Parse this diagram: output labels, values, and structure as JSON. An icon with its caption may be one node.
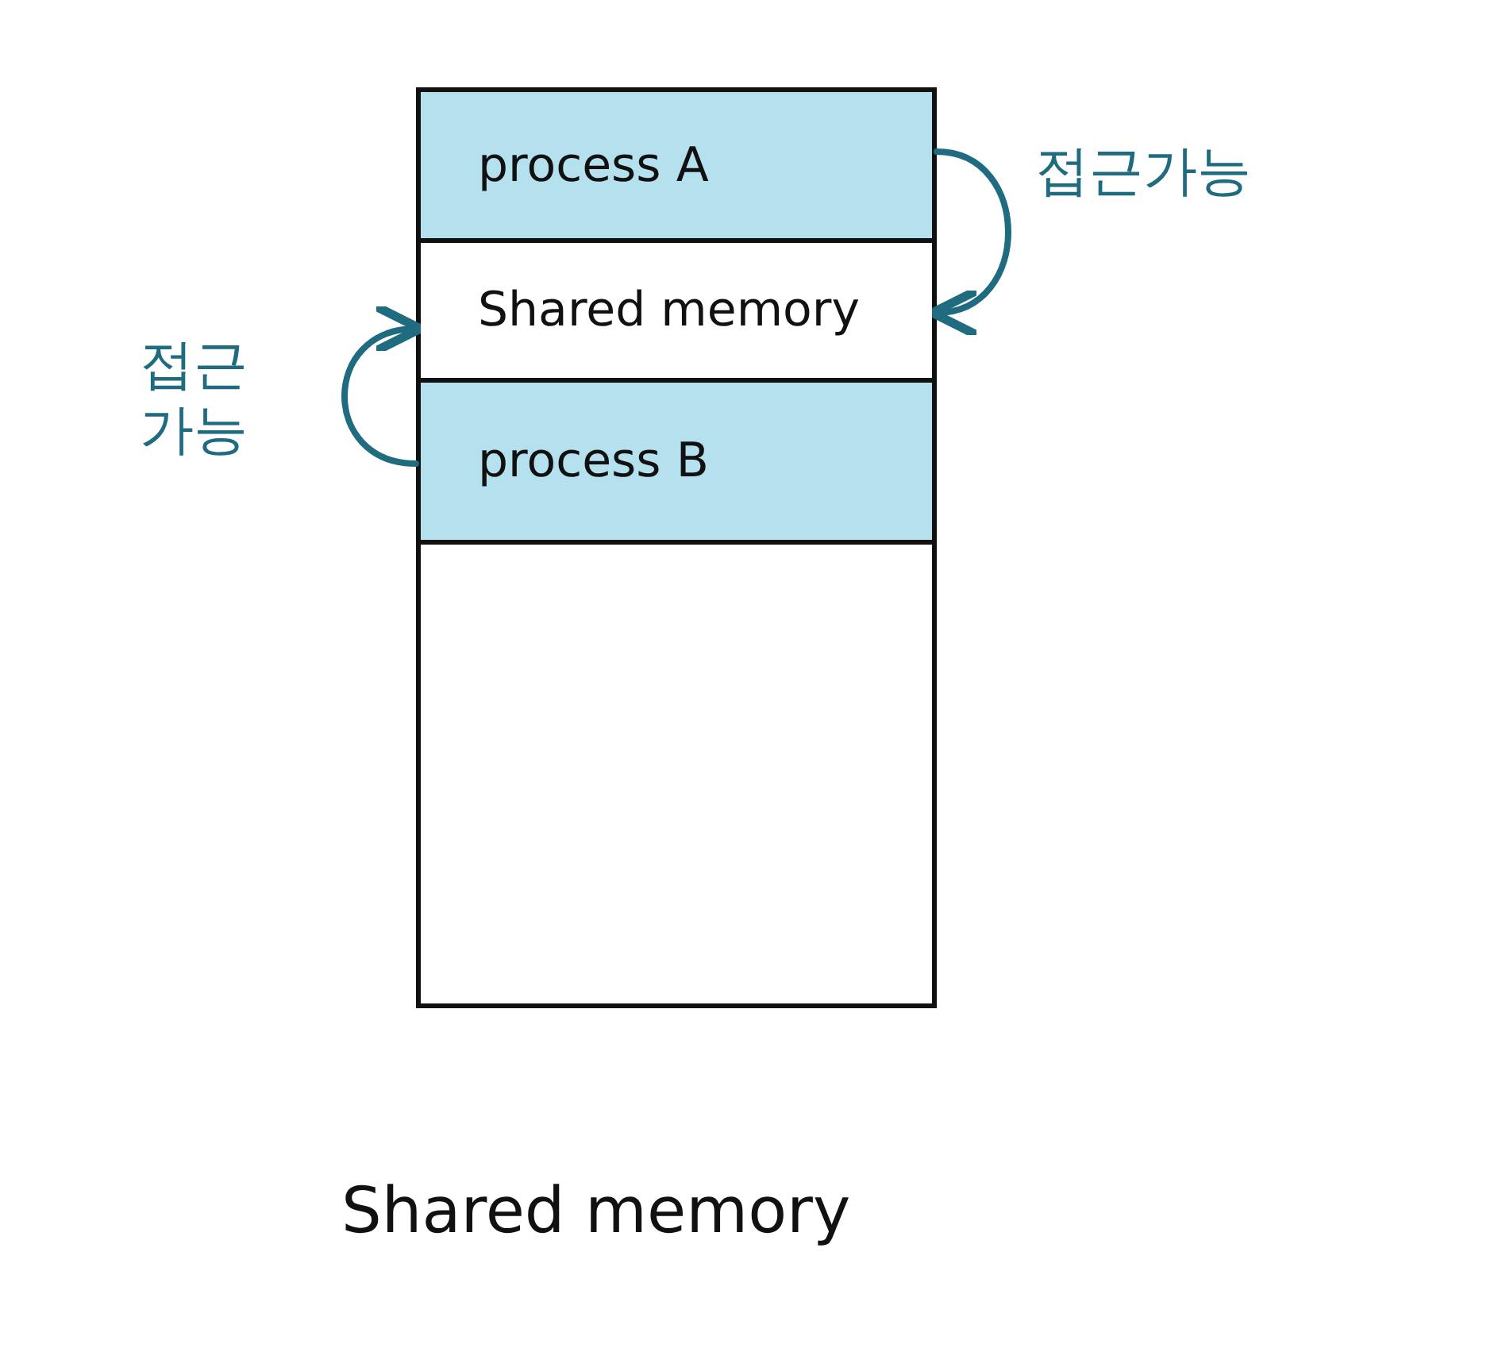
{
  "diagram": {
    "caption": "Shared memory",
    "nodes": [
      {
        "text": [],
        "shape": "box"
      },
      {
        "text": [
          "process A"
        ],
        "in": 0
      },
      {
        "text": [
          "Shared memory"
        ],
        "in": 0
      },
      {
        "text": [
          "process B"
        ],
        "in": 0
      }
    ],
    "edges": [
      {
        "from": 1,
        "to": 2,
        "arrow": "to",
        "label": "접근가능"
      },
      {
        "from": 3,
        "to": 2,
        "arrow": "to",
        "label": "접근 가능"
      }
    ]
  }
}
